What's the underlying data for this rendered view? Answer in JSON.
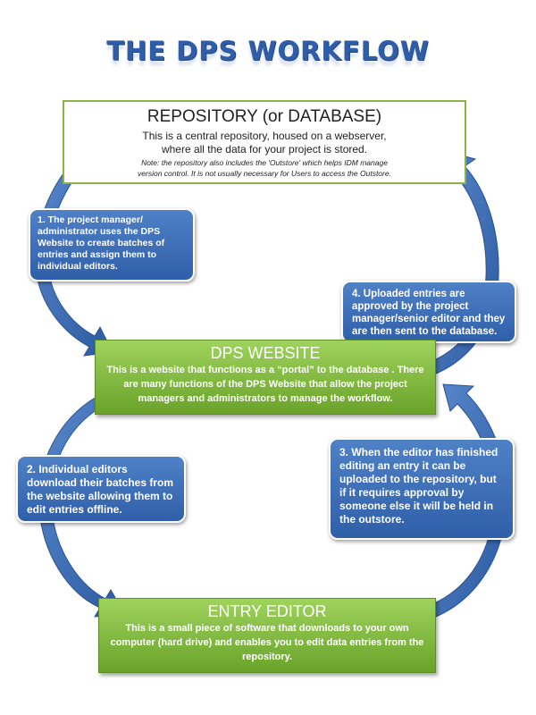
{
  "title": "THE DPS WORKFLOW",
  "repository": {
    "heading": "REPOSITORY (or DATABASE)",
    "line1": "This is a central repository, housed on a webserver,",
    "line2": "where all the data for your project is stored.",
    "note1": "Note: the repository  also includes the 'Outstore' which helps IDM manage",
    "note2": "version control. It is not usually necessary for Users to access the Outstore."
  },
  "website": {
    "heading": "DPS WEBSITE",
    "desc": "This is a website that functions as a “portal” to the database . There are many functions of the DPS Website that allow the project managers  and administrators to manage the workflow."
  },
  "editor": {
    "heading": "ENTRY EDITOR",
    "desc": "This is a small  piece of software that downloads to your own computer (hard drive) and enables you to edit data entries from the repository."
  },
  "steps": [
    {
      "text": "1. The project manager/ administrator uses the DPS Website to create batches of entries and assign them to individual editors."
    },
    {
      "text": "2. Individual editors download their batches from the website allowing them to edit entries offline."
    },
    {
      "text": "3. When the editor has finished editing an entry it can be uploaded to the repository, but if it requires approval by someone else it will be held in the outstore."
    },
    {
      "text": "4. Uploaded entries are approved by the project manager/senior editor and they are then sent to the database."
    }
  ],
  "colors": {
    "title": "#2f5da8",
    "arrow": "#3e6fb8",
    "green_box": "#86c045",
    "blue_box": "#3a6cb5",
    "repo_border": "#8bb34a"
  }
}
